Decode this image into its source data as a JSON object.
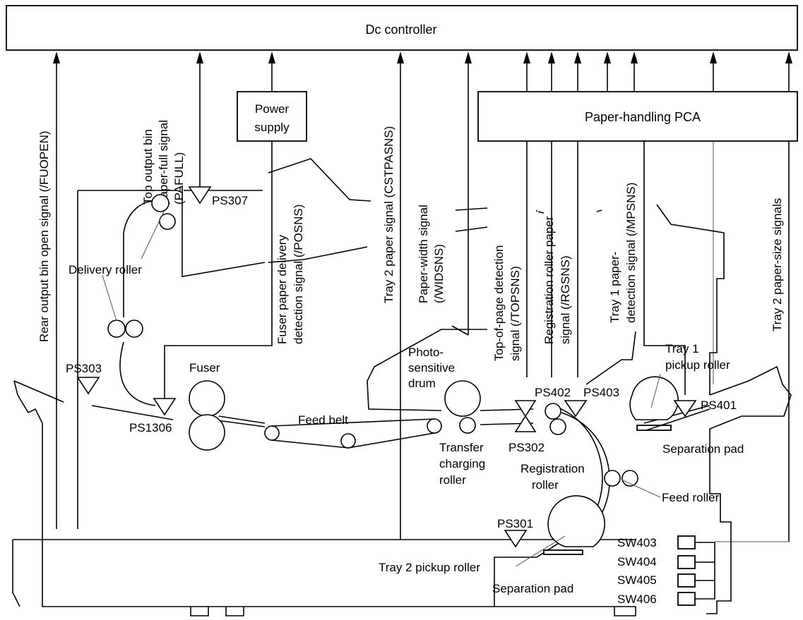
{
  "title": "Dc  controller",
  "power_supply": [
    "Power",
    "supply"
  ],
  "paper_handling_pca": "Paper-handling PCA",
  "signals": {
    "fuopen": "Rear output bin  open signal (/FUOPEN)",
    "pafull": [
      "Top output bin",
      "paper-full signal",
      "(PAFULL)"
    ],
    "posns": [
      "Fuser paper delivery",
      "detection signal (/POSNS)"
    ],
    "cstpasns": "Tray 2  paper signal (CSTPASNS)",
    "widsns": [
      "Paper-width signal",
      "(/WIDSNS)"
    ],
    "topsns": [
      "Top-of-page detection",
      "signal (/TOPSNS)"
    ],
    "rgsns": [
      "Registration roller paper",
      "signal (/RGSNS)"
    ],
    "mpsns": [
      "Tray 1  paper-",
      "detection signal (/MPSNS)"
    ],
    "tray2_size": "Tray 2 paper-size signals"
  },
  "sensors": {
    "ps307": "PS307",
    "ps303": "PS303",
    "ps1306": "PS1306",
    "ps402": "PS402",
    "ps403": "PS403",
    "ps401": "PS401",
    "ps302": "PS302",
    "ps301": "PS301"
  },
  "components": {
    "delivery_roller": "Delivery roller",
    "fuser": "Fuser",
    "feed_belt": "Feed belt",
    "drum": [
      "Photo-",
      "sensitive",
      "drum"
    ],
    "transfer": [
      "Transfer",
      "charging",
      "roller"
    ],
    "registration": [
      "Registration",
      "roller"
    ],
    "tray1_pickup": [
      "Tray 1",
      "pickup roller"
    ],
    "separation_pad_1": "Separation pad",
    "feed_roller": "Feed roller",
    "tray2_pickup": "Tray 2  pickup roller",
    "separation_pad_2": "Separation pad"
  },
  "switches": [
    "SW403",
    "SW404",
    "SW405",
    "SW406"
  ]
}
